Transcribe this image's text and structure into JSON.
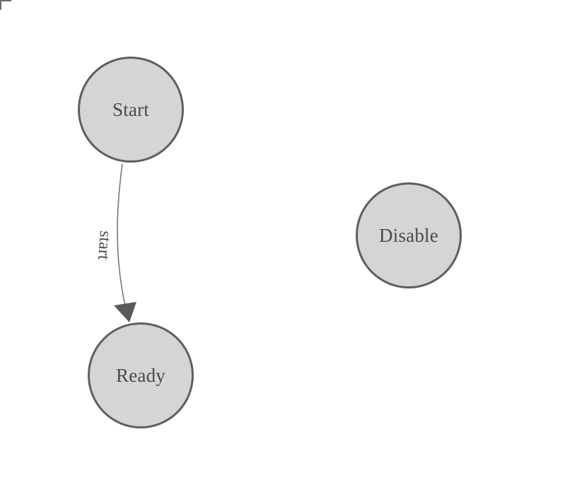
{
  "diagram": {
    "colors": {
      "background": "#ffffff",
      "node_fill": "#d5d5d5",
      "node_stroke": "#5e5e5e",
      "label_color": "#4a4a4a",
      "edge_color": "#707070",
      "arrow_color": "#5a5a5a",
      "corner_mark_color": "#6a6a6a"
    },
    "nodes": [
      {
        "id": "start",
        "label": "Start"
      },
      {
        "id": "ready",
        "label": "Ready"
      },
      {
        "id": "disable",
        "label": "Disable"
      }
    ],
    "edges": [
      {
        "from": "start",
        "to": "ready",
        "label": "start"
      }
    ]
  }
}
